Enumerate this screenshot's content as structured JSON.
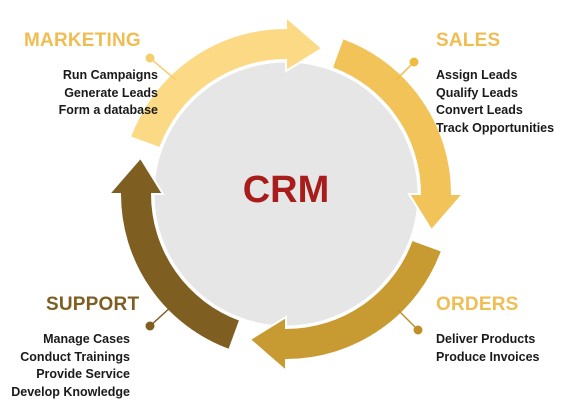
{
  "center": {
    "label": "CRM",
    "color": "#a81c1c"
  },
  "colors": {
    "segment_marketing": "#fbd985",
    "segment_sales": "#f1c358",
    "segment_orders": "#c89b32",
    "segment_support": "#7f5e22",
    "inner_circle": "#e6e6e6",
    "heading_light": "#f0bd52",
    "heading_dark": "#7f5e22"
  },
  "stages": [
    {
      "id": "marketing",
      "title": "MARKETING",
      "items": [
        "Run Campaigns",
        "Generate Leads",
        "Form a database"
      ]
    },
    {
      "id": "sales",
      "title": "SALES",
      "items": [
        "Assign Leads",
        "Qualify Leads",
        "Convert Leads",
        "Track Opportunities"
      ]
    },
    {
      "id": "orders",
      "title": "ORDERS",
      "items": [
        "Deliver Products",
        "Produce Invoices"
      ]
    },
    {
      "id": "support",
      "title": "SUPPORT",
      "items": [
        "Manage Cases",
        "Conduct Trainings",
        "Provide Service",
        "Develop Knowledge"
      ]
    }
  ]
}
